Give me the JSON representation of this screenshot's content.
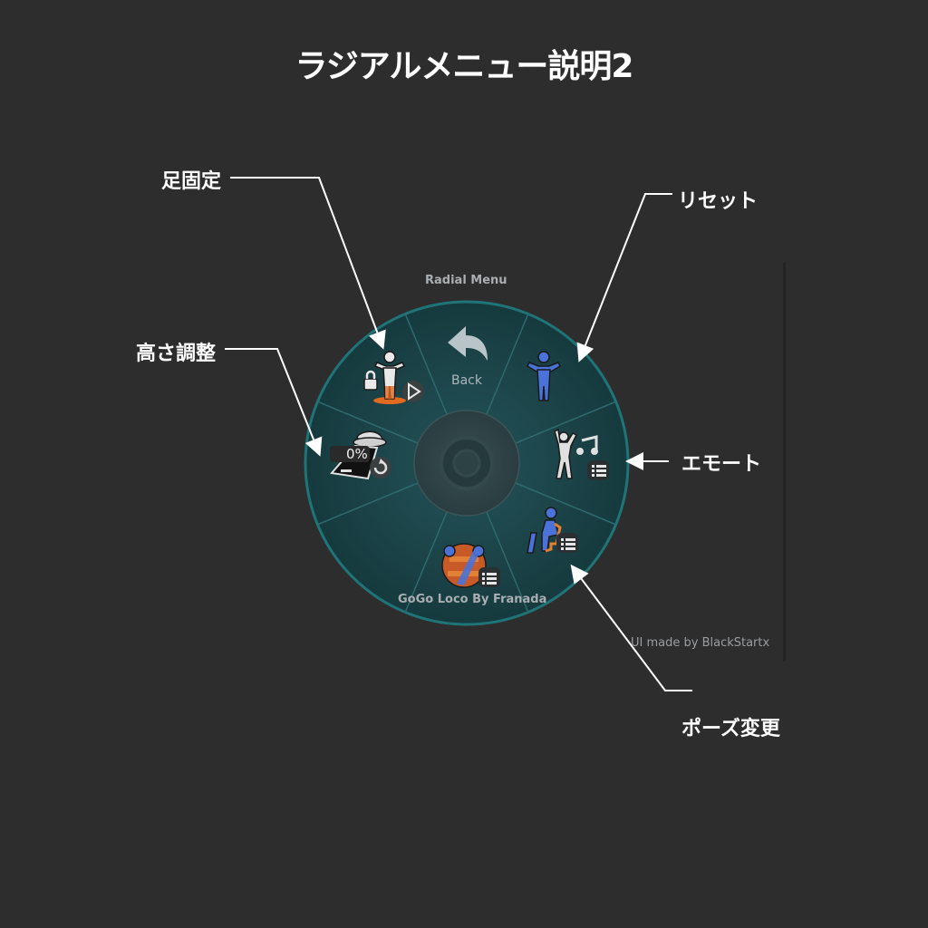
{
  "title": "ラジアルメニュー説明2",
  "callouts": {
    "foot_lock": "足固定",
    "reset": "リセット",
    "height_adjust": "高さ調整",
    "emote": "エモート",
    "pose_change": "ポーズ変更"
  },
  "radial_menu": {
    "header": "Radial Menu",
    "back_label": "Back",
    "height_percent": "0%",
    "footer": "GoGo Loco By Franada"
  },
  "credit": "UI made by BlackStartx",
  "colors": {
    "background": "#2d2d2d",
    "ring": "#1e6f72",
    "wheel": "#163c40",
    "hub": "#2b4448"
  },
  "icons": {
    "back": "back-arrow-icon",
    "reset": "standing-person-icon",
    "emote": "dancing-person-icon",
    "pose": "seated-person-icon",
    "gogoloco": "gogoloco-logo-icon",
    "height": "ufo-height-icon",
    "foot_lock": "foot-lock-icon"
  }
}
